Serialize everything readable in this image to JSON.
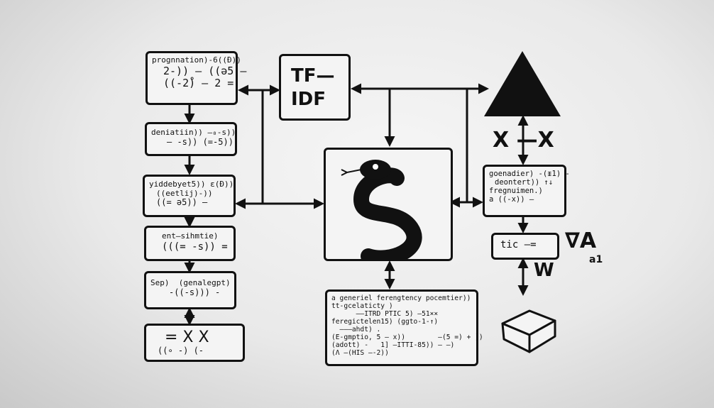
{
  "left_column": [
    {
      "lines": [
        "prognnation)-6((Ð))",
        "2-)) — ((ə5 —",
        "((-2̊) — 2 ="
      ]
    },
    {
      "lines": [
        "deniatiin)) —₀-s))",
        "— -s)) (=-5))"
      ]
    },
    {
      "lines": [
        "yiddebyet5)) ɛ(Ð))",
        "((eetlij)-))",
        "((= ə5)) —"
      ]
    },
    {
      "lines": [
        "ent—sihmtie)",
        "(((= -s)) ="
      ]
    },
    {
      "lines": [
        "Sep)  (genalegpt)",
        "-((-s))) -"
      ]
    },
    {
      "lines": [
        "= X X",
        "((∘ -) (-"
      ]
    }
  ],
  "tfidf": {
    "line1": "TF—",
    "line2": "IDF"
  },
  "right_column": {
    "box1": [
      "goenadier) -(ᵻ1) -",
      "deontert)) ↑↓",
      "fregnuimen.)",
      "a ((-x)) —"
    ],
    "box2": [
      "tic —="
    ],
    "mid_glyphs": "X —X",
    "side_glyphs": {
      "va": "∇A",
      "a1": "a1",
      "w": "W"
    }
  },
  "bottom_center": {
    "lines": [
      "a generiel ferengtency pocemtier))",
      "tt-gcelaticty )",
      "      ——ITRD PTIC 5) —51××",
      "feregictelen15) (ggto-1-↑)",
      "  ———ahdt) .",
      "(E-gmptio, 5 — x))        —(5 =) + ))",
      "(adott) -   1] —ITTI-85)) — —)",
      "(Λ —(HIS —-2))"
    ]
  }
}
